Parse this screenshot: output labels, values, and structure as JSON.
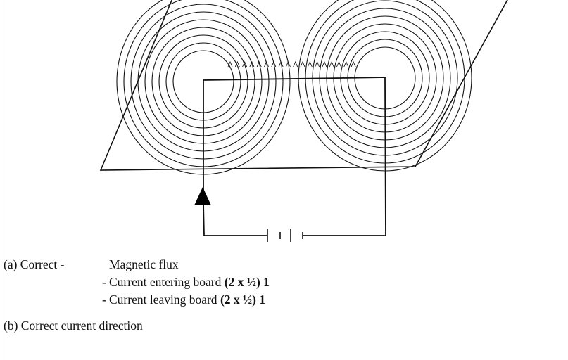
{
  "part_a": {
    "label": "(a) Correct -",
    "item1": "Magnetic flux",
    "item2_text": "Current entering board",
    "item2_marks": "(2 x ½) 1",
    "item3_text": "Current leaving board",
    "item3_marks": "(2 x ½) 1",
    "dash": "-"
  },
  "part_b": {
    "label": "(b) Correct current direction"
  }
}
